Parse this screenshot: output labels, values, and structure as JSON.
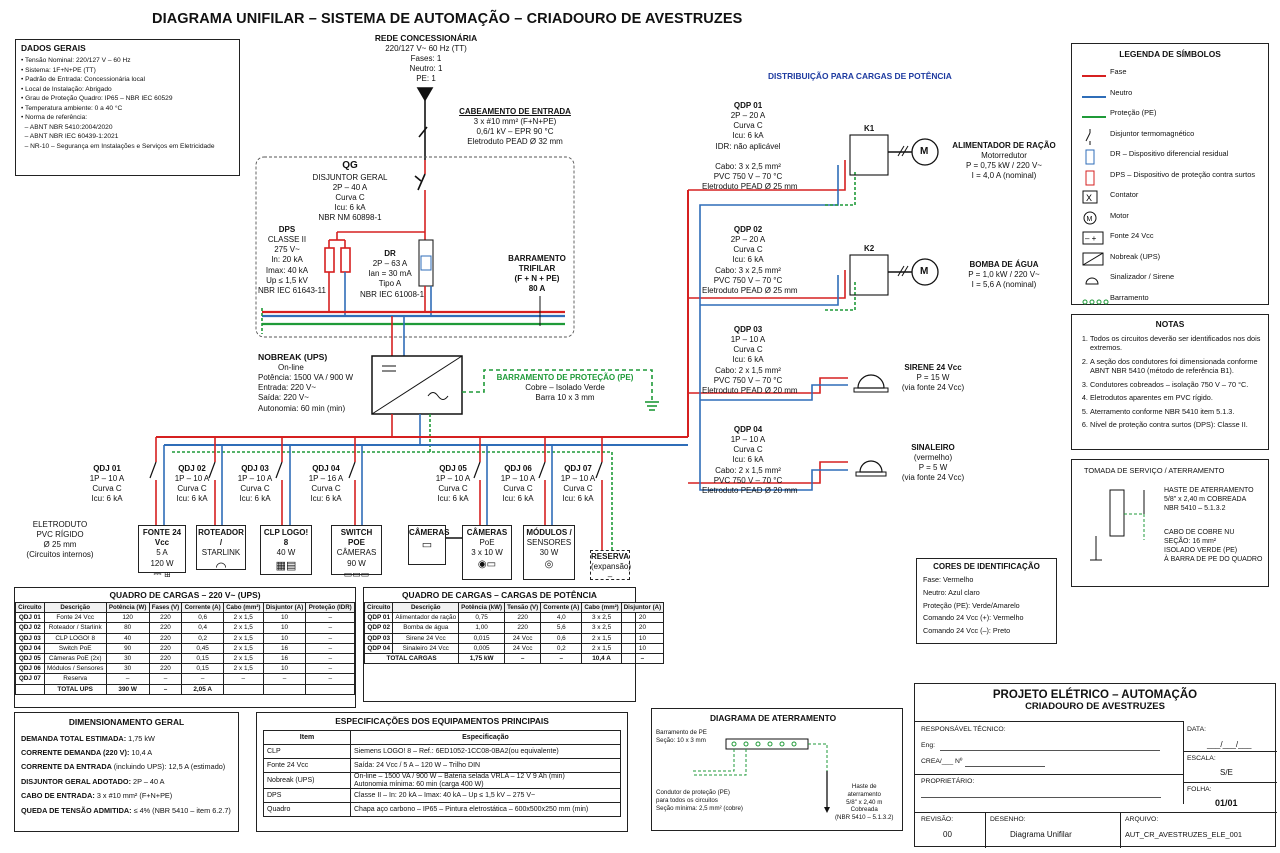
{
  "title": "DIAGRAMA UNIFILAR – SISTEMA DE AUTOMAÇÃO – CRIADOURO DE AVESTRUZES",
  "dados_gerais": {
    "heading": "DADOS GERAIS",
    "items": [
      "Tensão Nominal: 220/127 V – 60 Hz",
      "Sistema: 1F+N+PE (TT)",
      "Padrão de Entrada: Concessionária local",
      "Local de Instalação: Abrigado",
      "Grau de Proteção Quadro: IP65 – NBR IEC 60529",
      "Temperatura ambiente: 0 a 40 °C",
      "Norma de referência:",
      "– ABNT NBR 5410:2004/2020",
      "– ABNT NBR IEC 60439-1:2021",
      "– NR-10 – Segurança em Instalações e Serviços em Eletricidade"
    ]
  },
  "rede": {
    "heading": "REDE CONCESSIONÁRIA",
    "lines": [
      "220/127 V~ 60 Hz (TT)",
      "Fases: 1",
      "Neutro: 1",
      "PE: 1"
    ]
  },
  "cab_entrada": {
    "heading": "CABEAMENTO DE ENTRADA",
    "lines": [
      "3 x #10 mm² (F+N+PE)",
      "0,6/1 kV – EPR 90 °C",
      "Eletroduto PEAD Ø 32 mm"
    ]
  },
  "qg": {
    "heading": "QG",
    "lines": [
      "DISJUNTOR GERAL",
      "2P – 40 A",
      "Curva C",
      "Icu: 6 kA",
      "NBR NM 60898-1"
    ]
  },
  "dps": {
    "heading": "DPS",
    "lines": [
      "CLASSE II",
      "275 V~",
      "In: 20 kA",
      "Imax: 40 kA",
      "Up ≤ 1,5 kV",
      "NBR IEC 61643-11"
    ]
  },
  "dr": {
    "heading": "DR",
    "lines": [
      "2P – 63 A",
      "Ian = 30 mA",
      "Tipo A",
      "NBR IEC 61008-1"
    ]
  },
  "barramento_trifilar": {
    "lines": [
      "BARRAMENTO",
      "TRIFILAR",
      "(F + N + PE)",
      "80 A"
    ]
  },
  "nobreak": {
    "heading": "NOBREAK (UPS)",
    "lines": [
      "On-line",
      "Potência: 1500 VA / 900 W",
      "Entrada: 220 V~",
      "Saída: 220 V~",
      "Autonomia: 60 min (min)"
    ]
  },
  "barramento_pe": {
    "heading": "BARRAMENTO DE PROTEÇÃO (PE)",
    "lines": [
      "Cobre – Isolado Verde",
      "Barra 10 x 3 mm"
    ]
  },
  "dist_potencia": "DISTRIBUIÇÃO PARA CARGAS DE POTÊNCIA",
  "qdp": [
    {
      "lines": [
        "QDP 01",
        "2P – 20 A",
        "Curva C",
        "Icu: 6 kA",
        "IDR: não aplicável",
        "",
        "Cabo: 3 x 2,5 mm²",
        "PVC 750 V – 70 °C",
        "Eletroduto PEAD Ø 25 mm"
      ]
    },
    {
      "lines": [
        "QDP 02",
        "2P – 20 A",
        "Curva C",
        "Icu: 6 kA",
        "Cabo: 3 x 2,5 mm²",
        "PVC 750 V – 70 °C",
        "Eletroduto PEAD Ø 25 mm"
      ]
    },
    {
      "lines": [
        "QDP 03",
        "1P – 10 A",
        "Curva C",
        "Icu: 6 kA",
        "Cabo: 2 x 1,5 mm²",
        "PVC 750 V – 70 °C",
        "Eletroduto PEAD Ø 20 mm"
      ]
    },
    {
      "lines": [
        "QDP 04",
        "1P – 10 A",
        "Curva C",
        "Icu: 6 kA",
        "Cabo: 2 x 1,5 mm²",
        "PVC 750 V – 70 °C",
        "Eletroduto PEAD Ø 20 mm"
      ]
    }
  ],
  "contactors": [
    "K1",
    "K2"
  ],
  "loads": [
    {
      "heading": "ALIMENTADOR DE RAÇÃO",
      "lines": [
        "Motorredutor",
        "P = 0,75 kW / 220 V~",
        "I = 4,0 A (nominal)"
      ]
    },
    {
      "heading": "BOMBA DE ÁGUA",
      "lines": [
        "P = 1,0 kW / 220 V~",
        "I = 5,6 A (nominal)"
      ]
    },
    {
      "heading": "SIRENE 24 Vcc",
      "lines": [
        "P = 15 W",
        "(via fonte 24 Vcc)"
      ]
    },
    {
      "heading": "SINALEIRO",
      "lines": [
        "(vermelho)",
        "P = 5 W",
        "(via fonte 24 Vcc)"
      ]
    }
  ],
  "qdj": [
    {
      "lines": [
        "QDJ 01",
        "1P – 10 A",
        "Curva C",
        "Icu: 6 kA"
      ]
    },
    {
      "lines": [
        "QDJ 02",
        "1P – 10 A",
        "Curva C",
        "Icu: 6 kA"
      ]
    },
    {
      "lines": [
        "QDJ 03",
        "1P – 10 A",
        "Curva C",
        "Icu: 6 kA"
      ]
    },
    {
      "lines": [
        "QDJ 04",
        "1P – 16 A",
        "Curva C",
        "Icu: 6 kA"
      ]
    },
    {
      "lines": [
        "QDJ 05",
        "1P – 10 A",
        "Curva C",
        "Icu: 6 kA"
      ]
    },
    {
      "lines": [
        "QDJ 06",
        "1P – 10 A",
        "Curva C",
        "Icu: 6 kA"
      ]
    },
    {
      "lines": [
        "QDJ 07",
        "1P – 10 A",
        "Curva C",
        "Icu: 6 kA"
      ]
    }
  ],
  "eletroduto": {
    "lines": [
      "ELETRODUTO",
      "PVC RÍGIDO",
      "Ø 25 mm",
      "(Circuitos internos)"
    ]
  },
  "devices": [
    {
      "lines": [
        "FONTE 24 Vcc",
        "5 A",
        "120 W"
      ]
    },
    {
      "lines": [
        "ROTEADOR /",
        "STARLINK"
      ]
    },
    {
      "lines": [
        "CLP LOGO! 8",
        "40 W"
      ]
    },
    {
      "lines": [
        "SWITCH POE",
        "CÂMERAS",
        "90 W"
      ]
    },
    {
      "lines": [
        "CÂMERAS"
      ]
    },
    {
      "lines": [
        "CÂMERAS",
        "PoE",
        "3 x 10 W"
      ]
    },
    {
      "lines": [
        "MÓDULOS /",
        "SENSORES",
        "30 W"
      ]
    },
    {
      "lines": [
        "RESERVA",
        "(expansão)",
        "–"
      ]
    }
  ],
  "legenda": {
    "heading": "LEGENDA DE SÍMBOLOS",
    "items": [
      {
        "label": "Fase",
        "icon": "phase-line"
      },
      {
        "label": "Neutro",
        "icon": "neutral-line"
      },
      {
        "label": "Proteção (PE)",
        "icon": "pe-line"
      },
      {
        "label": "Disjuntor termomagnético",
        "icon": "breaker-icon"
      },
      {
        "label": "DR – Dispositivo diferencial residual",
        "icon": "rcd-icon"
      },
      {
        "label": "DPS – Dispositivo de proteção contra surtos",
        "icon": "spd-icon"
      },
      {
        "label": "Contator",
        "icon": "contactor-icon"
      },
      {
        "label": "Motor",
        "icon": "motor-icon"
      },
      {
        "label": "Fonte 24 Vcc",
        "icon": "dc-source-icon"
      },
      {
        "label": "Nobreak (UPS)",
        "icon": "ups-icon"
      },
      {
        "label": "Sinalizador / Sirene",
        "icon": "siren-icon"
      },
      {
        "label": "Barramento",
        "icon": "busbar-icon"
      }
    ]
  },
  "notas": {
    "heading": "NOTAS",
    "items": [
      "Todos os circuitos deverão ser identificados nos dois extremos.",
      "A seção dos condutores foi dimensionada conforme ABNT NBR 5410 (método de referência B1).",
      "Condutores cobreados – isolação 750 V – 70 °C.",
      "Eletrodutos aparentes em PVC rígido.",
      "Aterramento conforme NBR 5410 item 5.1.3.",
      "Nível de proteção contra surtos (DPS): Classe II."
    ]
  },
  "tomada": {
    "heading": "TOMADA DE SERVIÇO / ATERRAMENTO",
    "haste": [
      "HASTE DE ATERRAMENTO",
      "5/8\" x 2,40 m COBREADA",
      "NBR 5410 – 5.1.3.2"
    ],
    "cabo": [
      "CABO DE COBRE NU",
      "SEÇÃO: 16 mm²",
      "ISOLADO VERDE (PE)",
      "À BARRA DE PE DO QUADRO"
    ]
  },
  "cores": {
    "heading": "CORES DE IDENTIFICAÇÃO",
    "items": [
      {
        "k": "Fase:",
        "v": "Vermelho"
      },
      {
        "k": "Neutro:",
        "v": "Azul claro"
      },
      {
        "k": "Proteção (PE):",
        "v": "Verde/Amarelo"
      },
      {
        "k": "Comando 24 Vcc (+):",
        "v": "Vermelho"
      },
      {
        "k": "Comando 24 Vcc (–):",
        "v": "Preto"
      }
    ]
  },
  "quadro_ups": {
    "heading": "QUADRO DE CARGAS – 220 V~ (UPS)",
    "headers": [
      "Circuito",
      "Descrição",
      "Potência (W)",
      "Fases (V)",
      "Corrente (A)",
      "Cabo (mm²)",
      "Disjuntor (A)",
      "Proteção (IDR)"
    ],
    "rows": [
      [
        "QDJ 01",
        "Fonte 24 Vcc",
        "120",
        "220",
        "0,6",
        "2 x 1,5",
        "10",
        "–"
      ],
      [
        "QDJ 02",
        "Roteador / Starlink",
        "80",
        "220",
        "0,4",
        "2 x 1,5",
        "10",
        "–"
      ],
      [
        "QDJ 03",
        "CLP LOGO! 8",
        "40",
        "220",
        "0,2",
        "2 x 1,5",
        "10",
        "–"
      ],
      [
        "QDJ 04",
        "Switch PoE",
        "90",
        "220",
        "0,45",
        "2 x 1,5",
        "16",
        "–"
      ],
      [
        "QDJ 05",
        "Câmeras PoE (2x)",
        "30",
        "220",
        "0,15",
        "2 x 1,5",
        "16",
        "–"
      ],
      [
        "QDJ 06",
        "Módulos / Sensores",
        "30",
        "220",
        "0,15",
        "2 x 1,5",
        "10",
        "–"
      ],
      [
        "QDJ 07",
        "Reserva",
        "–",
        "–",
        "–",
        "–",
        "–",
        "–"
      ]
    ],
    "total": [
      "",
      "TOTAL UPS",
      "390 W",
      "–",
      "2,05 A",
      "",
      "",
      ""
    ]
  },
  "quadro_pot": {
    "heading": "QUADRO DE CARGAS – CARGAS DE POTÊNCIA",
    "headers": [
      "Circuito",
      "Descrição",
      "Potência (kW)",
      "Tensão (V)",
      "Corrente (A)",
      "Cabo (mm²)",
      "Disjuntor (A)"
    ],
    "rows": [
      [
        "QDP 01",
        "Alimentador de ração",
        "0,75",
        "220",
        "4,0",
        "3 x 2,5",
        "20"
      ],
      [
        "QDP 02",
        "Bomba de água",
        "1,00",
        "220",
        "5,6",
        "3 x 2,5",
        "20"
      ],
      [
        "QDP 03",
        "Sirene 24 Vcc",
        "0,015",
        "24 Vcc",
        "0,6",
        "2 x 1,5",
        "10"
      ],
      [
        "QDP 04",
        "Sinaleiro 24 Vcc",
        "0,005",
        "24 Vcc",
        "0,2",
        "2 x 1,5",
        "10"
      ]
    ],
    "total": [
      "TOTAL CARGAS",
      "1,75 kW",
      "–",
      "–",
      "10,4 A",
      "–"
    ]
  },
  "dimensionamento": {
    "heading": "DIMENSIONAMENTO GERAL",
    "items": [
      {
        "k": "DEMANDA TOTAL ESTIMADA:",
        "v": "1,75 kW"
      },
      {
        "k": "CORRENTE DEMANDA (220 V):",
        "v": "10,4 A"
      },
      {
        "k": "CORRENTE DA ENTRADA",
        "v": "(incluindo UPS): 12,5 A (estimado)"
      },
      {
        "k": "DISJUNTOR GERAL ADOTADO:",
        "v": "2P – 40 A"
      },
      {
        "k": "CABO DE ENTRADA:",
        "v": "3 x #10 mm² (F+N+PE)"
      },
      {
        "k": "QUEDA DE TENSÃO ADMITIDA:",
        "v": "≤ 4% (NBR 5410 – item 6.2.7)"
      }
    ]
  },
  "especificacoes": {
    "heading": "ESPECIFICAÇÕES DOS EQUIPAMENTOS PRINCIPAIS",
    "headers": [
      "Item",
      "Especificação"
    ],
    "rows": [
      [
        "CLP",
        "Siemens LOGO! 8 – Ref.: 6ED1052-1CC08-0BA2(ou equivalente)"
      ],
      [
        "Fonte 24 Vcc",
        "Saída: 24 Vcc / 5 A – 120 W – Trilho DIN"
      ],
      [
        "Nobreak (UPS)",
        "On-line – 1500 VA / 900 W – Bateria selada VRLA – 12 V 9 Ah (min)\nAutonomia mínima: 60 min (carga 400 W)"
      ],
      [
        "DPS",
        "Classe II – In: 20 kA – Imax: 40 kA – Up ≤ 1,5 kV – 275 V~"
      ],
      [
        "Quadro",
        "Chapa aço carbono – IP65 – Pintura eletrostática – 600x500x250 mm (min)"
      ]
    ]
  },
  "aterramento": {
    "heading": "DIAGRAMA DE ATERRAMENTO",
    "barr": [
      "Barramento de PE",
      "Seção: 10 x 3 mm"
    ],
    "condutor": [
      "Condutor de proteção (PE)",
      "para todos os circuitos",
      "Seção mínima: 2,5 mm² (cobre)"
    ],
    "haste": [
      "Haste de",
      "aterramento",
      "5/8\" x 2,40 m",
      "Cobreada",
      "(NBR 5410 – 5.1.3.2)"
    ]
  },
  "titleblock": {
    "heading": "PROJETO ELÉTRICO – AUTOMAÇÃO",
    "sub": "CRIADOURO DE AVESTRUZES",
    "resp": "RESPONSÁVEL TÉCNICO:",
    "eng": "Eng:",
    "crea": "CREA/___ Nº",
    "prop": "PROPRIETÁRIO:",
    "data_k": "DATA:",
    "data_v": "___/___/___",
    "escala_k": "ESCALA:",
    "escala_v": "S/E",
    "folha_k": "FOLHA:",
    "folha_v": "01/01",
    "revisao_k": "REVISÃO:",
    "revisao_v": "00",
    "desenho_k": "DESENHO:",
    "desenho_v": "Diagrama Unifilar",
    "arquivo_k": "ARQUIVO:",
    "arquivo_v": "AUT_CR_AVESTRUZES_ELE_001"
  },
  "colors": {
    "phase": "#d62020",
    "neutral": "#2f6db8",
    "pe": "#1f9a38"
  }
}
